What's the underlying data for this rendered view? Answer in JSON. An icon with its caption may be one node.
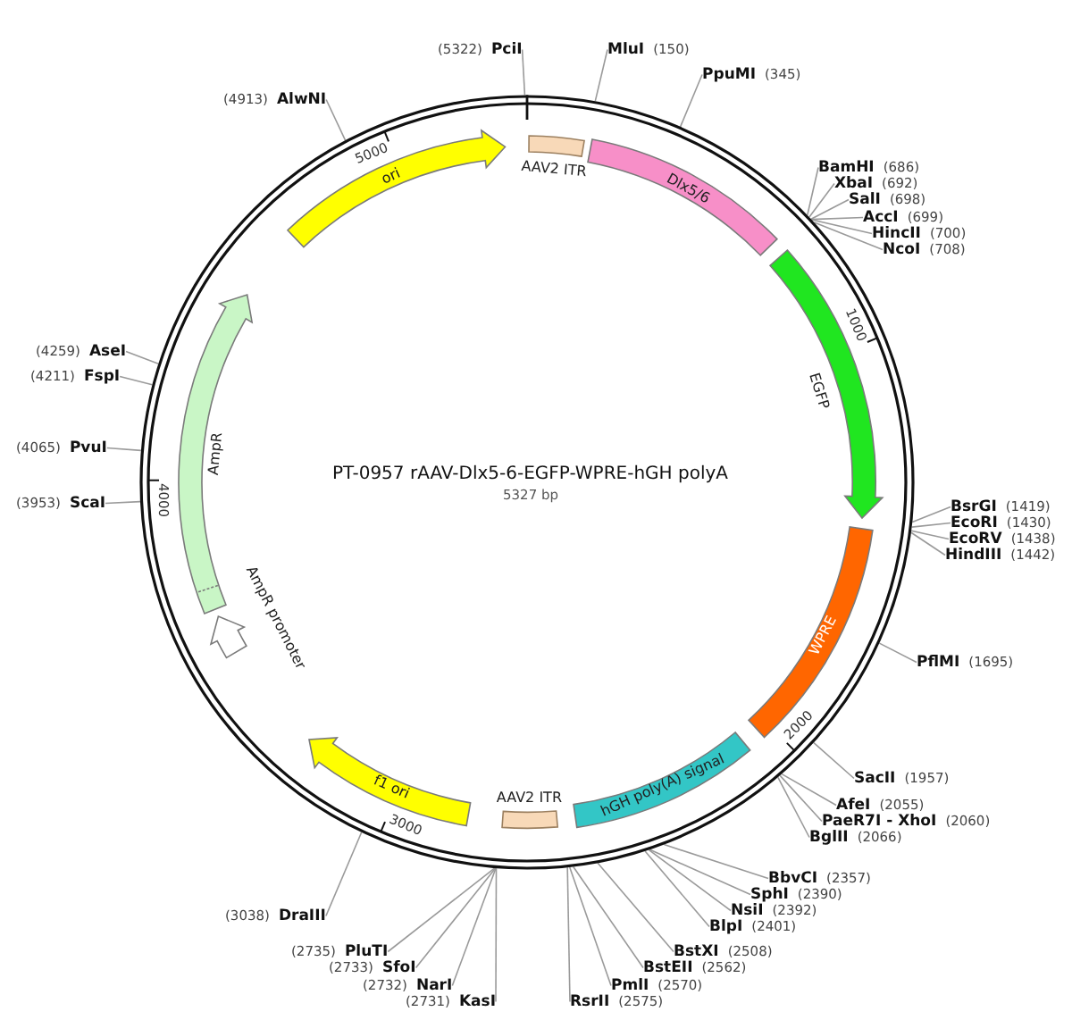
{
  "diagram": {
    "title": "PT-0957 rAAV-Dlx5-6-EGFP-WPRE-hGH polyA",
    "nodes": [
      {
        "text": [],
        "shape": "circle"
      },
      {
        "text": [
          "AAV2 ITR"
        ],
        "in": 0
      },
      {
        "text": [
          "Dlx5/6"
        ],
        "in": 0
      },
      {
        "text": [
          "EGFP"
        ],
        "in": 0
      },
      {
        "text": [
          "WPRE"
        ],
        "in": 0
      },
      {
        "text": [
          "hGH poly(A) signal"
        ],
        "in": 0
      },
      {
        "text": [
          "AAV2 ITR"
        ],
        "in": 0
      },
      {
        "text": [
          "f1 ori"
        ],
        "in": 0
      },
      {
        "text": [
          "AmpR promoter"
        ],
        "in": 0
      },
      {
        "text": [
          "AmpR"
        ],
        "in": 0
      },
      {
        "text": [
          "ori"
        ],
        "in": 0
      },
      {
        "text": [
          "PciI"
        ],
        "beside": [
          "(5322)"
        ]
      },
      {
        "text": [
          "MluI"
        ],
        "beside": [
          "(150)"
        ]
      },
      {
        "text": [
          "PpuMI"
        ],
        "beside": [
          "(345)"
        ]
      },
      {
        "text": [
          "BamHI"
        ],
        "beside": [
          "(686)"
        ]
      },
      {
        "text": [
          "XbaI"
        ],
        "beside": [
          "(692)"
        ]
      },
      {
        "text": [
          "SalI"
        ],
        "beside": [
          "(698)"
        ]
      },
      {
        "text": [
          "AccI"
        ],
        "beside": [
          "(699)"
        ]
      },
      {
        "text": [
          "HincII"
        ],
        "beside": [
          "(700)"
        ]
      },
      {
        "text": [
          "NcoI"
        ],
        "beside": [
          "(708)"
        ]
      },
      {
        "text": [
          "BsrGI"
        ],
        "beside": [
          "(1419)"
        ]
      },
      {
        "text": [
          "EcoRI"
        ],
        "beside": [
          "(1430)"
        ]
      },
      {
        "text": [
          "EcoRV"
        ],
        "beside": [
          "(1438)"
        ]
      },
      {
        "text": [
          "HindIII"
        ],
        "beside": [
          "(1442)"
        ]
      },
      {
        "text": [
          "PflMI"
        ],
        "beside": [
          "(1695)"
        ]
      },
      {
        "text": [
          "SacII"
        ],
        "beside": [
          "(1957)"
        ]
      },
      {
        "text": [
          "AfeI"
        ],
        "beside": [
          "(2055)"
        ]
      },
      {
        "text": [
          "PaeR7I - XhoI"
        ],
        "beside": [
          "(2060)"
        ]
      },
      {
        "text": [
          "BglII"
        ],
        "beside": [
          "(2066)"
        ]
      },
      {
        "text": [
          "BbvCI"
        ],
        "beside": [
          "(2357)"
        ]
      },
      {
        "text": [
          "SphI"
        ],
        "beside": [
          "(2390)"
        ]
      },
      {
        "text": [
          "NsiI"
        ],
        "beside": [
          "(2392)"
        ]
      },
      {
        "text": [
          "BlpI"
        ],
        "beside": [
          "(2401)"
        ]
      },
      {
        "text": [
          "BstXI"
        ],
        "beside": [
          "(2508)"
        ]
      },
      {
        "text": [
          "BstEII"
        ],
        "beside": [
          "(2562)"
        ]
      },
      {
        "text": [
          "PmlI"
        ],
        "beside": [
          "(2570)"
        ]
      },
      {
        "text": [
          "RsrII"
        ],
        "beside": [
          "(2575)"
        ]
      },
      {
        "text": [
          "KasI"
        ],
        "beside": [
          "(2731)"
        ]
      },
      {
        "text": [
          "NarI"
        ],
        "beside": [
          "(2732)"
        ]
      },
      {
        "text": [
          "SfoI"
        ],
        "beside": [
          "(2733)"
        ]
      },
      {
        "text": [
          "PluTI"
        ],
        "beside": [
          "(2735)"
        ]
      },
      {
        "text": [
          "DraIII"
        ],
        "beside": [
          "(3038)"
        ]
      },
      {
        "text": [
          "ScaI"
        ],
        "beside": [
          "(3953)"
        ]
      },
      {
        "text": [
          "PvuI"
        ],
        "beside": [
          "(4065)"
        ]
      },
      {
        "text": [
          "FspI"
        ],
        "beside": [
          "(4211)"
        ]
      },
      {
        "text": [
          "AseI"
        ],
        "beside": [
          "(4259)"
        ]
      },
      {
        "text": [
          "AlwNI"
        ],
        "beside": [
          "(4913)"
        ]
      }
    ],
    "edges": [
      {
        "from": 11,
        "to": 0,
        "arrow": "none"
      },
      {
        "from": 12,
        "to": 0,
        "arrow": "none"
      },
      {
        "from": 13,
        "to": 0,
        "arrow": "none"
      },
      {
        "from": 14,
        "to": 0,
        "arrow": "none"
      },
      {
        "from": 15,
        "to": 0,
        "arrow": "none"
      },
      {
        "from": 16,
        "to": 0,
        "arrow": "none"
      },
      {
        "from": 17,
        "to": 0,
        "arrow": "none"
      },
      {
        "from": 18,
        "to": 0,
        "arrow": "none"
      },
      {
        "from": 19,
        "to": 0,
        "arrow": "none"
      },
      {
        "from": 20,
        "to": 0,
        "arrow": "none"
      },
      {
        "from": 21,
        "to": 0,
        "arrow": "none"
      },
      {
        "from": 22,
        "to": 0,
        "arrow": "none"
      },
      {
        "from": 23,
        "to": 0,
        "arrow": "none"
      },
      {
        "from": 24,
        "to": 0,
        "arrow": "none"
      },
      {
        "from": 25,
        "to": 0,
        "arrow": "none"
      },
      {
        "from": 26,
        "to": 0,
        "arrow": "none"
      },
      {
        "from": 27,
        "to": 0,
        "arrow": "none"
      },
      {
        "from": 28,
        "to": 0,
        "arrow": "none"
      },
      {
        "from": 29,
        "to": 0,
        "arrow": "none"
      },
      {
        "from": 30,
        "to": 0,
        "arrow": "none"
      },
      {
        "from": 31,
        "to": 0,
        "arrow": "none"
      },
      {
        "from": 32,
        "to": 0,
        "arrow": "none"
      },
      {
        "from": 33,
        "to": 0,
        "arrow": "none"
      },
      {
        "from": 34,
        "to": 0,
        "arrow": "none"
      },
      {
        "from": 35,
        "to": 0,
        "arrow": "none"
      },
      {
        "from": 36,
        "to": 0,
        "arrow": "none"
      },
      {
        "from": 37,
        "to": 0,
        "arrow": "none"
      },
      {
        "from": 38,
        "to": 0,
        "arrow": "none"
      },
      {
        "from": 39,
        "to": 0,
        "arrow": "none"
      },
      {
        "from": 40,
        "to": 0,
        "arrow": "none"
      },
      {
        "from": 41,
        "to": 0,
        "arrow": "none"
      },
      {
        "from": 42,
        "to": 0,
        "arrow": "none"
      },
      {
        "from": 43,
        "to": 0,
        "arrow": "none"
      },
      {
        "from": 44,
        "to": 0,
        "arrow": "none"
      },
      {
        "from": 45,
        "to": 0,
        "arrow": "none"
      },
      {
        "from": 46,
        "to": 0,
        "arrow": "none"
      }
    ],
    "labels": [
      "5000",
      "1000",
      "5327 bp",
      "4000",
      "2000",
      "3000"
    ]
  }
}
